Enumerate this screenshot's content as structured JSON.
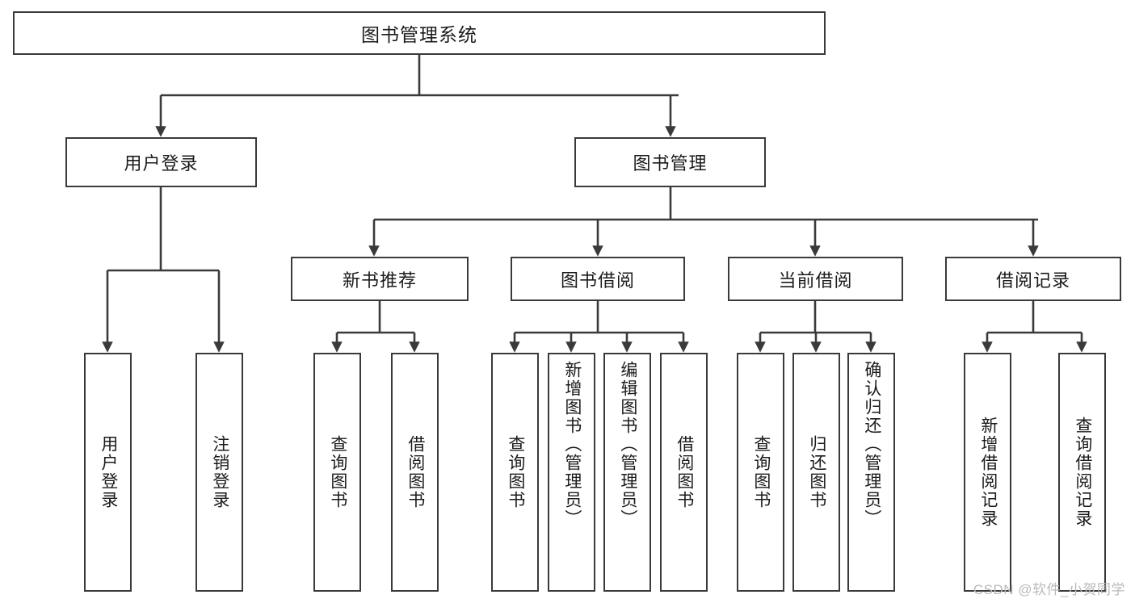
{
  "diagram": {
    "title": "图书管理系统",
    "type": "tree-hierarchy-chart",
    "colors": {
      "box_border": "#3a3a3a",
      "box_fill": "#ffffff",
      "connector": "#3a3a3a",
      "text": "#1b1b1b",
      "watermark": "#b9b9b9"
    },
    "root": {
      "label": "图书管理系统"
    },
    "level2": [
      {
        "label": "用户登录"
      },
      {
        "label": "图书管理"
      }
    ],
    "level3": [
      {
        "label": "新书推荐"
      },
      {
        "label": "图书借阅"
      },
      {
        "label": "当前借阅"
      },
      {
        "label": "借阅记录"
      }
    ],
    "leaves": {
      "user_login": [
        {
          "label": "用户登录"
        },
        {
          "label": "注销登录"
        }
      ],
      "new_book_recommend": [
        {
          "label": "查询图书"
        },
        {
          "label": "借阅图书"
        }
      ],
      "book_borrow": [
        {
          "label": "查询图书"
        },
        {
          "label": "新增图书（管理员）"
        },
        {
          "label": "编辑图书（管理员）"
        },
        {
          "label": "借阅图书"
        }
      ],
      "current_borrow": [
        {
          "label": "查询图书"
        },
        {
          "label": "归还图书"
        },
        {
          "label": "确认归还（管理员）"
        }
      ],
      "borrow_record": [
        {
          "label": "新增借阅记录"
        },
        {
          "label": "查询借阅记录"
        }
      ]
    },
    "watermark": "CSDN @软件_小贺同学"
  }
}
